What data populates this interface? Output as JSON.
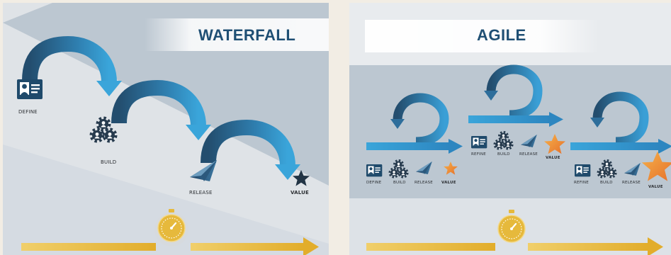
{
  "waterfall": {
    "title": "WATERFALL",
    "stages": [
      "DEFINE",
      "BUILD",
      "RELEASE",
      "VALUE"
    ]
  },
  "agile": {
    "title": "AGILE",
    "iterations": [
      {
        "stages": [
          "DEFINE",
          "BUILD",
          "RELEASE",
          "VALUE"
        ]
      },
      {
        "stages": [
          "REFINE",
          "BUILD",
          "RELEASE",
          "VALUE"
        ]
      },
      {
        "stages": [
          "REFINE",
          "BUILD",
          "RELEASE",
          "VALUE"
        ]
      }
    ]
  },
  "colors": {
    "arrow_blue_dark": "#234d6e",
    "arrow_blue_light": "#3aa5da",
    "timeline_yellow": "#e6b93c",
    "star_orange": "#ee8a2d",
    "star_dark": "#223445",
    "title_blue": "#1f4f74"
  },
  "icons": [
    "id-card-icon",
    "gears-team-icon",
    "paper-plane-icon",
    "star-icon",
    "stopwatch-icon"
  ]
}
